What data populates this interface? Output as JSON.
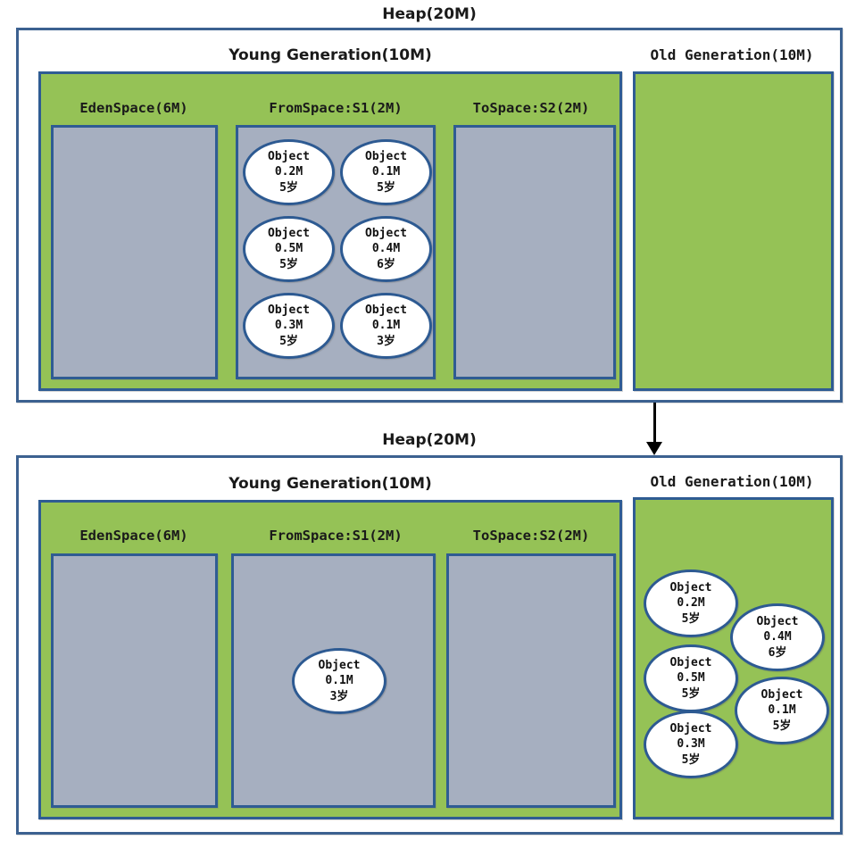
{
  "diagrams": [
    {
      "id": "before-gc",
      "heap_title": "Heap(20M)",
      "young_title": "Young Generation(10M)",
      "old_title": "Old Generation(10M)",
      "spaces": [
        {
          "label": "EdenSpace(6M)",
          "objects": []
        },
        {
          "label": "FromSpace:S1(2M)",
          "objects": [
            {
              "name": "Object",
              "size": "0.2M",
              "age": "5岁"
            },
            {
              "name": "Object",
              "size": "0.1M",
              "age": "5岁"
            },
            {
              "name": "Object",
              "size": "0.5M",
              "age": "5岁"
            },
            {
              "name": "Object",
              "size": "0.4M",
              "age": "6岁"
            },
            {
              "name": "Object",
              "size": "0.3M",
              "age": "5岁"
            },
            {
              "name": "Object",
              "size": "0.1M",
              "age": "3岁"
            }
          ]
        },
        {
          "label": "ToSpace:S2(2M)",
          "objects": []
        }
      ],
      "old_objects": []
    },
    {
      "id": "after-gc",
      "heap_title": "Heap(20M)",
      "young_title": "Young Generation(10M)",
      "old_title": "Old Generation(10M)",
      "spaces": [
        {
          "label": "EdenSpace(6M)",
          "objects": []
        },
        {
          "label": "FromSpace:S1(2M)",
          "objects": [
            {
              "name": "Object",
              "size": "0.1M",
              "age": "3岁"
            }
          ]
        },
        {
          "label": "ToSpace:S2(2M)",
          "objects": []
        }
      ],
      "old_objects": [
        {
          "name": "Object",
          "size": "0.2M",
          "age": "5岁"
        },
        {
          "name": "Object",
          "size": "0.4M",
          "age": "6岁"
        },
        {
          "name": "Object",
          "size": "0.5M",
          "age": "5岁"
        },
        {
          "name": "Object",
          "size": "0.1M",
          "age": "5岁"
        },
        {
          "name": "Object",
          "size": "0.3M",
          "age": "5岁"
        }
      ]
    }
  ],
  "arrow": {
    "name": "promotion-arrow",
    "direction": "down"
  },
  "colors": {
    "green_fill": "#95c256",
    "gray_fill": "#a6afc0",
    "border_blue": "#2f5c93",
    "heap_border": "#3c6190",
    "ellipse_border": "#2d5a92",
    "text": "#111111"
  }
}
